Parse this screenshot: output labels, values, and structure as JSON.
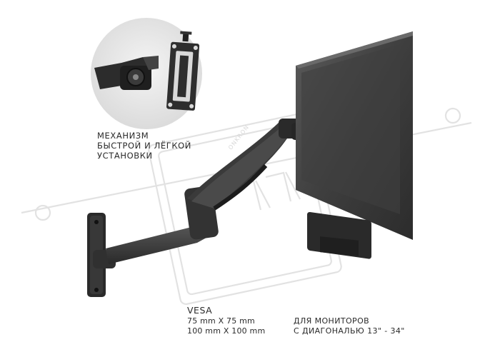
{
  "features": {
    "mechanism_lines": [
      "МЕХАНИЗМ",
      "БЫСТРОЙ И ЛЁГКОЙ",
      "УСТАНОВКИ"
    ],
    "vesa_title": "VESA",
    "vesa_sizes": [
      "75 mm X 75 mm",
      "100 mm X 100 mm"
    ],
    "diagonal_lines": [
      "ДЛЯ МОНИТОРОВ",
      "С ДИАГОНАЛЬЮ 13\" - 34\""
    ]
  },
  "brand_logo_text": "ONKRON",
  "watermark_text": "RRC"
}
